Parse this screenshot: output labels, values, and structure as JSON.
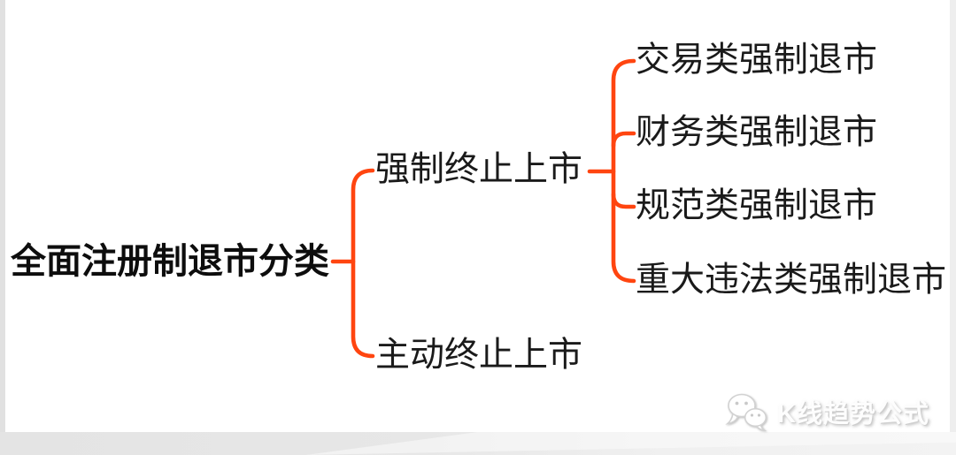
{
  "canvas": {
    "background_color": "#ffffff",
    "edge_left_color": "#e1e1e1",
    "edge_right_color": "#eeeeee",
    "bottom_band_color": "#e6e6e6"
  },
  "accent_color": "#ff4510",
  "text_color": "#1a1a1a",
  "mindmap": {
    "root": {
      "label": "全面注册制退市分类"
    },
    "branches": [
      {
        "label": "强制终止上市",
        "children": [
          {
            "label": "交易类强制退市"
          },
          {
            "label": "财务类强制退市"
          },
          {
            "label": "规范类强制退市"
          },
          {
            "label": "重大违法类强制退市"
          }
        ]
      },
      {
        "label": "主动终止上市",
        "children": []
      }
    ]
  },
  "watermark": {
    "icon": "wechat-logo-icon",
    "label": "K线趋势公式"
  }
}
